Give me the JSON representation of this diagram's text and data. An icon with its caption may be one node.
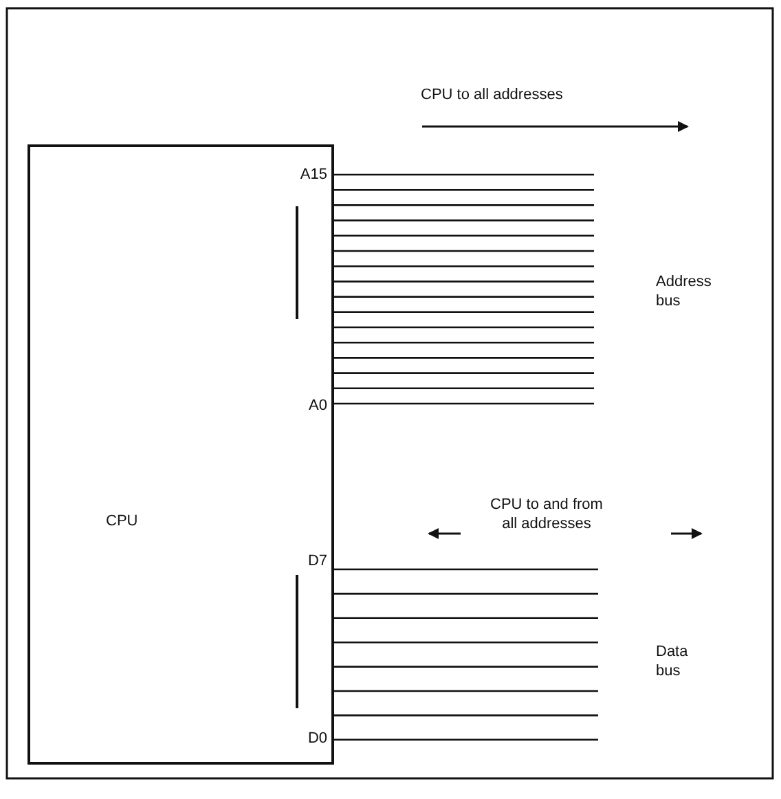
{
  "diagram": {
    "nodes": [
      {
        "text": [
          "CPU"
        ]
      }
    ],
    "labels": [
      "CPU to all addresses",
      "A15",
      "Address bus",
      "A0",
      "CPU to and from all addresses",
      "D7",
      "Data bus",
      "D0"
    ]
  }
}
